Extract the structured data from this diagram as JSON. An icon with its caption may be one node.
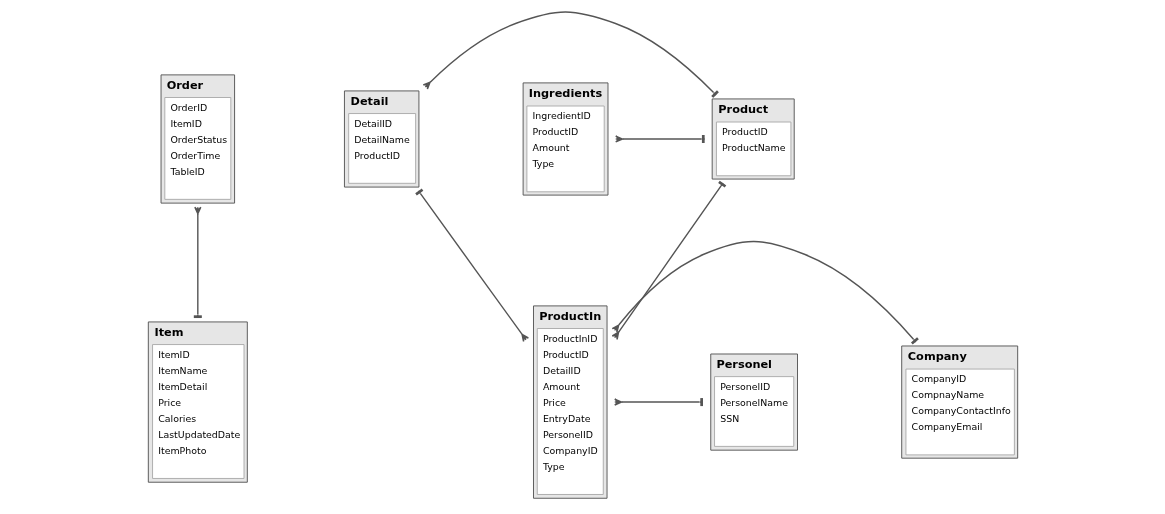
{
  "diagram": {
    "nodes": [
      {
        "text": [
          "Order",
          "OrderID",
          "ItemID",
          "OrderStatus",
          "OrderTime",
          "TableID"
        ]
      },
      {
        "text": [
          "Detail",
          "DetailID",
          "DetailName",
          "ProductID"
        ]
      },
      {
        "text": [
          "Product",
          "ProductID",
          "ProductName"
        ]
      },
      {
        "text": [
          "Ingredients",
          "IngredientID",
          "ProductID",
          "Amount",
          "Type"
        ]
      },
      {
        "text": [
          "ProductIn",
          "ProductInID",
          "ProductID",
          "DetailID",
          "Amount",
          "Price",
          "EntryDate",
          "PersonelID",
          "CompanyID",
          "Type"
        ]
      },
      {
        "text": [
          "Item",
          "ItemID",
          "ItemName",
          "ItemDetail",
          "Price",
          "Calories",
          "LastUpdatedDate",
          "ItemPhoto"
        ]
      },
      {
        "text": [
          "Company",
          "CompanyID",
          "CompnayName",
          "CompanyContactInfo",
          "CompanyEmail"
        ]
      },
      {
        "text": [
          "Personel",
          "PersonelID",
          "PersonelName",
          "SSN"
        ]
      }
    ],
    "edges": [
      {
        "from": 0,
        "to": 5,
        "arrow": "other"
      },
      {
        "from": 1,
        "to": 2,
        "arrow": "other"
      },
      {
        "from": 3,
        "to": 2,
        "arrow": "other"
      },
      {
        "from": 4,
        "to": 1,
        "arrow": "other"
      },
      {
        "from": 4,
        "to": 2,
        "arrow": "other"
      },
      {
        "from": 4,
        "to": 6,
        "arrow": "other"
      },
      {
        "from": 4,
        "to": 7,
        "arrow": "other"
      }
    ]
  }
}
